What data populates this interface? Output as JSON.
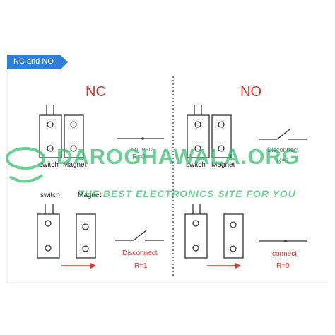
{
  "tag_label": "NC and NO",
  "nc": {
    "title": "NC",
    "top": {
      "switch_label": "switch",
      "magnet_label": "Magnet",
      "state": "connect",
      "resistance": "R=0"
    },
    "bottom": {
      "switch_label": "switch",
      "magnet_label": "Magnet",
      "state": "Disconnect",
      "resistance": "R=1"
    }
  },
  "no": {
    "title": "NO",
    "top": {
      "switch_label": "switch",
      "magnet_label": "Magnet",
      "state": "Disconnect",
      "resistance": "R=1"
    },
    "bottom": {
      "state": "connect",
      "resistance": "R=0"
    }
  },
  "watermark": {
    "name": "DAROGHAWALA.ORG",
    "tagline": "THE BEST ELECTRONICS SITE FOR YOU"
  },
  "colors": {
    "tag": "#2f7fd6",
    "accent_red": "#d9362d",
    "watermark": "#2fbf6a",
    "line": "#333333"
  }
}
